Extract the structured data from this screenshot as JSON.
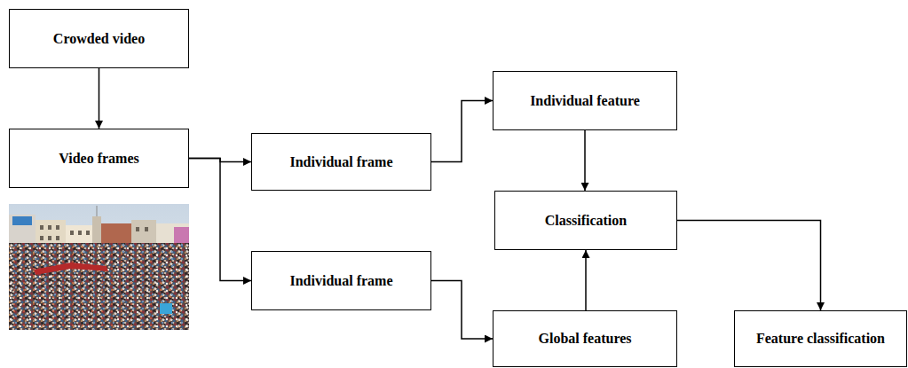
{
  "diagram": {
    "nodes": [
      {
        "text": [
          "Crowded video"
        ]
      },
      {
        "text": [
          "Video frames"
        ]
      },
      {
        "text": [
          "Individual frame"
        ]
      },
      {
        "text": [
          "Individual feature"
        ]
      },
      {
        "text": [
          "Classification"
        ]
      },
      {
        "text": [
          "Individual frame"
        ]
      },
      {
        "text": [
          "Global features"
        ]
      },
      {
        "text": [
          "Feature classification"
        ]
      }
    ],
    "edges": [
      {
        "from": 0,
        "to": 1,
        "arrow": "to"
      },
      {
        "from": 1,
        "to": 2,
        "arrow": "to"
      },
      {
        "from": 1,
        "to": 5,
        "arrow": "to"
      },
      {
        "from": 2,
        "to": 3,
        "arrow": "to"
      },
      {
        "from": 3,
        "to": 4,
        "arrow": "to"
      },
      {
        "from": 5,
        "to": 6,
        "arrow": "to"
      },
      {
        "from": 6,
        "to": 4,
        "arrow": "to"
      },
      {
        "from": 4,
        "to": 7,
        "arrow": "to"
      }
    ]
  }
}
